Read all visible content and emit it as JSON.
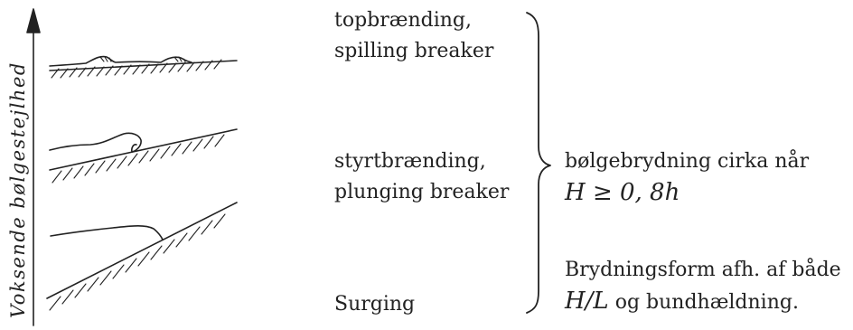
{
  "axis": {
    "label": "Voksende bølgestejlhed"
  },
  "breakers": [
    {
      "name_da": "topbrænding,",
      "name_en": "spilling breaker"
    },
    {
      "name_da": "styrtbrænding,",
      "name_en": "plunging breaker"
    },
    {
      "name_da": "",
      "name_en": "Surging"
    }
  ],
  "notes": {
    "breaking_text": "bølgebrydning cirka når",
    "breaking_formula": "H ≥ 0, 8h",
    "form_text": "Brydningsform afh. af både",
    "form_formula": "H/L",
    "form_suffix": " og bundhældning."
  }
}
